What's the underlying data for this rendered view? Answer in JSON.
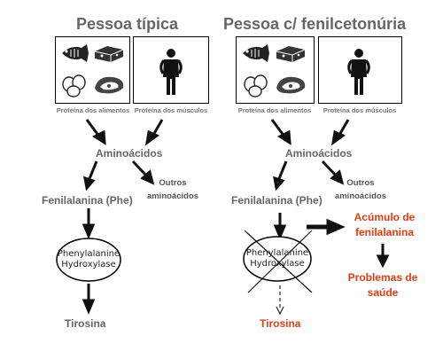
{
  "left": {
    "title": "Pessoa típica",
    "caption_food": "Proteína dos alimentos",
    "caption_muscle": "Proteína dos músculos",
    "amino": "Aminoácidos",
    "other_amino": [
      "Outros",
      "aminoácidos"
    ],
    "phe": "Fenilalanina (Phe)",
    "enzyme": [
      "Phenylalanine",
      "Hydroxylase"
    ],
    "product": "Tirosina"
  },
  "right": {
    "title": "Pessoa c/ fenilcetonúria",
    "caption_food": "Proteína dos alimentos",
    "caption_muscle": "Proteína dos músculos",
    "amino": "Aminoácidos",
    "other_amino": [
      "Outros",
      "aminoácidos"
    ],
    "phe": "Fenilalanina (Phe)",
    "enzyme": [
      "Phenylalanine",
      "Hydroxylase"
    ],
    "product": "Tirosina",
    "accumulation": [
      "Acúmulo de",
      "fenilalanina"
    ],
    "problems": [
      "Problemas de",
      "saúde"
    ]
  },
  "icons": {
    "food": [
      "fish-icon",
      "cheese-icon",
      "eggs-icon",
      "meat-icon"
    ],
    "muscle": "person-icon"
  },
  "colors": {
    "highlight": "#e23b12",
    "text": "#666666"
  }
}
